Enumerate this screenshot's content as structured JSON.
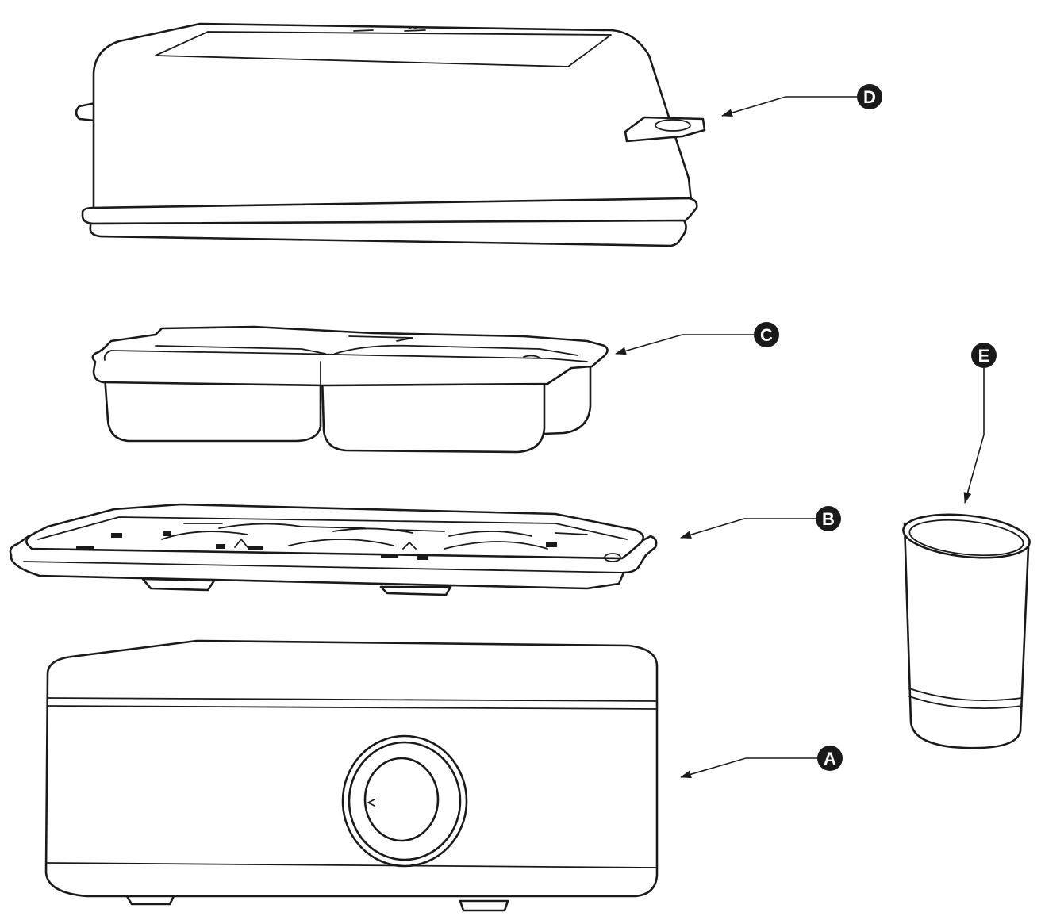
{
  "diagram": {
    "parts": [
      {
        "id": "A",
        "label": "A",
        "part": "base"
      },
      {
        "id": "B",
        "label": "B",
        "part": "egg-tray"
      },
      {
        "id": "C",
        "label": "C",
        "part": "steaming-bowl"
      },
      {
        "id": "D",
        "label": "D",
        "part": "lid"
      },
      {
        "id": "E",
        "label": "E",
        "part": "measuring-cup"
      }
    ]
  }
}
